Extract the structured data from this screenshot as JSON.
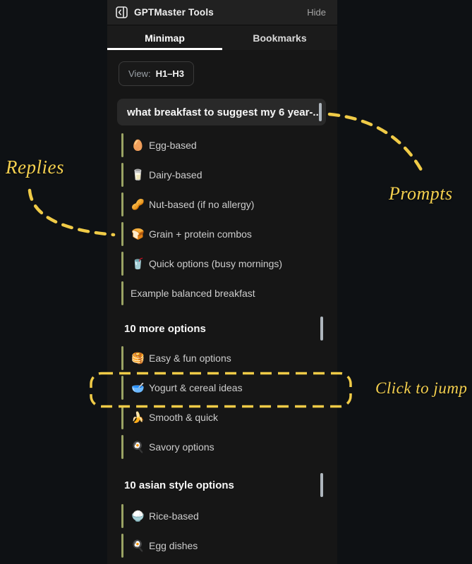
{
  "header": {
    "title": "GPTMaster Tools",
    "hide_label": "Hide"
  },
  "tabs": [
    {
      "label": "Minimap",
      "active": true
    },
    {
      "label": "Bookmarks",
      "active": false
    }
  ],
  "view_filter": {
    "label": "View:",
    "value": "H1–H3"
  },
  "minimap": {
    "rows": [
      {
        "type": "prompt",
        "label": "what breakfast to suggest my 6 year-...",
        "boxed": true
      },
      {
        "type": "heading",
        "emoji": "🥚",
        "emoji_name": "egg-icon",
        "label": "Egg-based"
      },
      {
        "type": "heading",
        "emoji": "🥛",
        "emoji_name": "milk-glass-icon",
        "label": "Dairy-based"
      },
      {
        "type": "heading",
        "emoji": "🥜",
        "emoji_name": "peanuts-icon",
        "label": "Nut-based (if no allergy)"
      },
      {
        "type": "heading",
        "emoji": "🍞",
        "emoji_name": "bread-icon",
        "label": "Grain + protein combos"
      },
      {
        "type": "heading",
        "emoji": "🥤",
        "emoji_name": "cup-with-straw-icon",
        "label": "Quick options (busy mornings)"
      },
      {
        "type": "heading",
        "emoji": "",
        "emoji_name": "",
        "label": "Example balanced breakfast"
      },
      {
        "type": "prompt",
        "label": "10 more options",
        "boxed": false
      },
      {
        "type": "heading",
        "emoji": "🥞",
        "emoji_name": "pancakes-icon",
        "label": "Easy & fun options"
      },
      {
        "type": "heading",
        "emoji": "🥣",
        "emoji_name": "bowl-with-spoon-icon",
        "label": "Yogurt & cereal ideas"
      },
      {
        "type": "heading",
        "emoji": "🍌",
        "emoji_name": "banana-icon",
        "label": "Smooth & quick"
      },
      {
        "type": "heading",
        "emoji": "🍳",
        "emoji_name": "frying-pan-icon",
        "label": "Savory options"
      },
      {
        "type": "prompt",
        "label": "10 asian style options",
        "boxed": false
      },
      {
        "type": "heading",
        "emoji": "🍚",
        "emoji_name": "rice-icon",
        "label": "Rice-based"
      },
      {
        "type": "heading",
        "emoji": "🍳",
        "emoji_name": "frying-pan-icon",
        "label": "Egg dishes"
      }
    ]
  },
  "annotations": {
    "replies_label": "Replies",
    "prompts_label": "Prompts",
    "click_to_jump_label": "Click to jump",
    "color": "#f0cb47"
  },
  "colors": {
    "panel_bg": "#161616",
    "header_bg": "#212121",
    "reply_accent_bar": "#9aa364",
    "prompt_marker": "#aeb6bd",
    "active_tab_underline": "#ffffff",
    "annotation_yellow": "#f0cb47"
  }
}
